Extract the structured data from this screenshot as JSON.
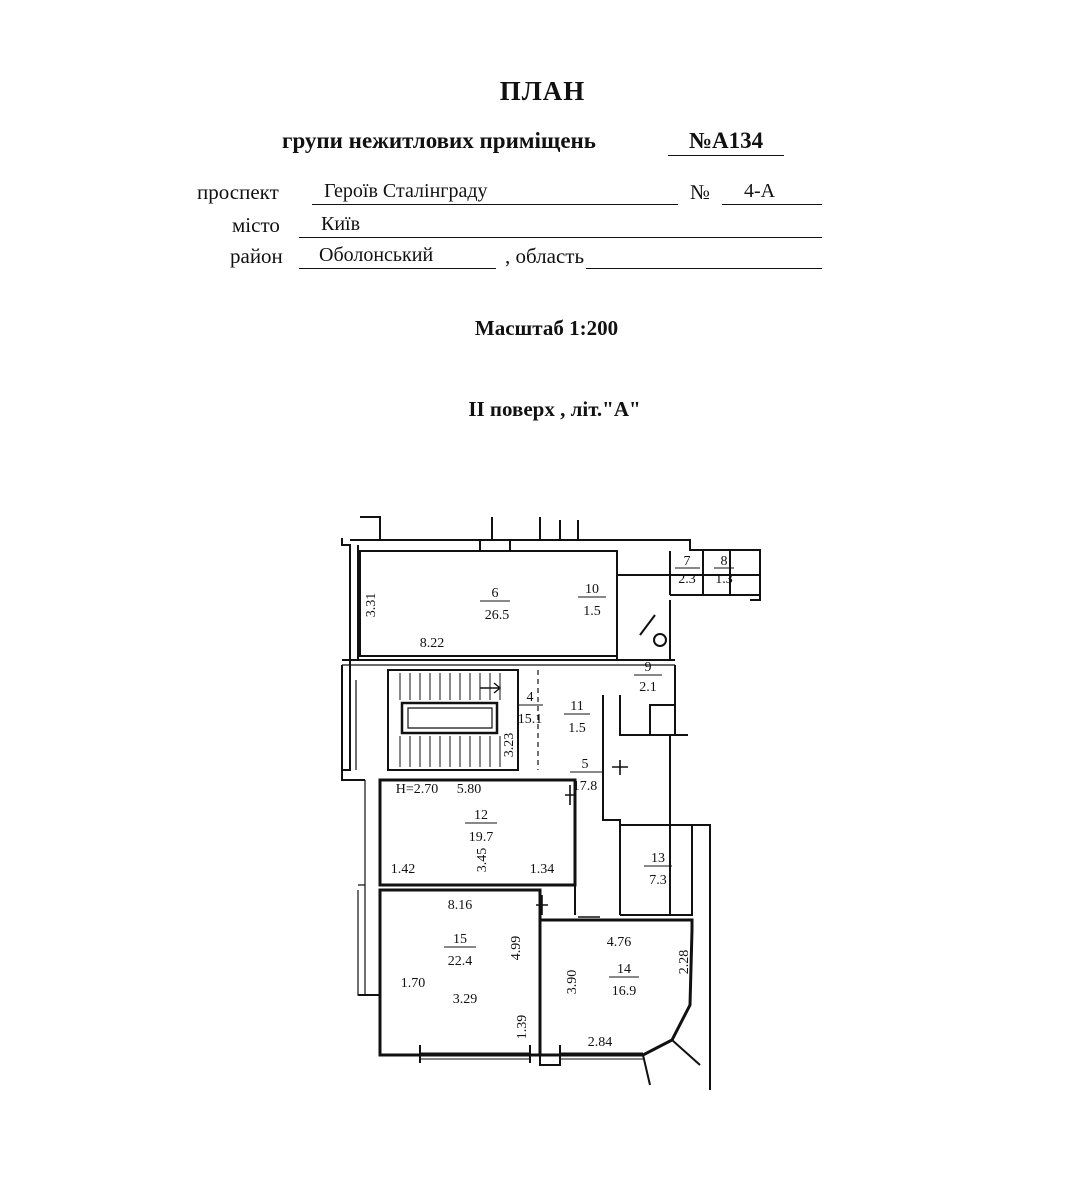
{
  "header": {
    "title": "ПЛАН",
    "subtitle": "групи нежитлових приміщень",
    "group_number": "№А134"
  },
  "address": {
    "street_label": "проспект",
    "street_value": "Героїв Сталінграду",
    "number_label": "№",
    "number_value": "4-А",
    "city_label": "місто",
    "city_value": "Київ",
    "district_label": "район",
    "district_value": "Оболонський",
    "region_label": ", область",
    "region_value": ""
  },
  "scale": "Масштаб 1:200",
  "floor": "II поверх , літ.\"А\"",
  "plan": {
    "rooms": [
      {
        "num": "6",
        "area": "26.5"
      },
      {
        "num": "10",
        "area": "1.5"
      },
      {
        "num": "7",
        "area": "2.3"
      },
      {
        "num": "8",
        "area": "1.3"
      },
      {
        "num": "9",
        "area": "2.1"
      },
      {
        "num": "4",
        "area": "15.1"
      },
      {
        "num": "11",
        "area": "1.5"
      },
      {
        "num": "5",
        "area": "17.8"
      },
      {
        "num": "12",
        "area": "19.7"
      },
      {
        "num": "13",
        "area": "7.3"
      },
      {
        "num": "15",
        "area": "22.4"
      },
      {
        "num": "14",
        "area": "16.9"
      }
    ],
    "dims": {
      "d331": "3.31",
      "d822": "8.22",
      "d323": "3.23",
      "h270": "H=2.70",
      "d580": "5.80",
      "d142": "1.42",
      "d345": "3.45",
      "d134": "1.34",
      "d816": "8.16",
      "d499": "4.99",
      "d170": "1.70",
      "d329": "3.29",
      "d139": "1.39",
      "d476": "4.76",
      "d390": "3.90",
      "d228": "2.28",
      "d284": "2.84"
    }
  }
}
